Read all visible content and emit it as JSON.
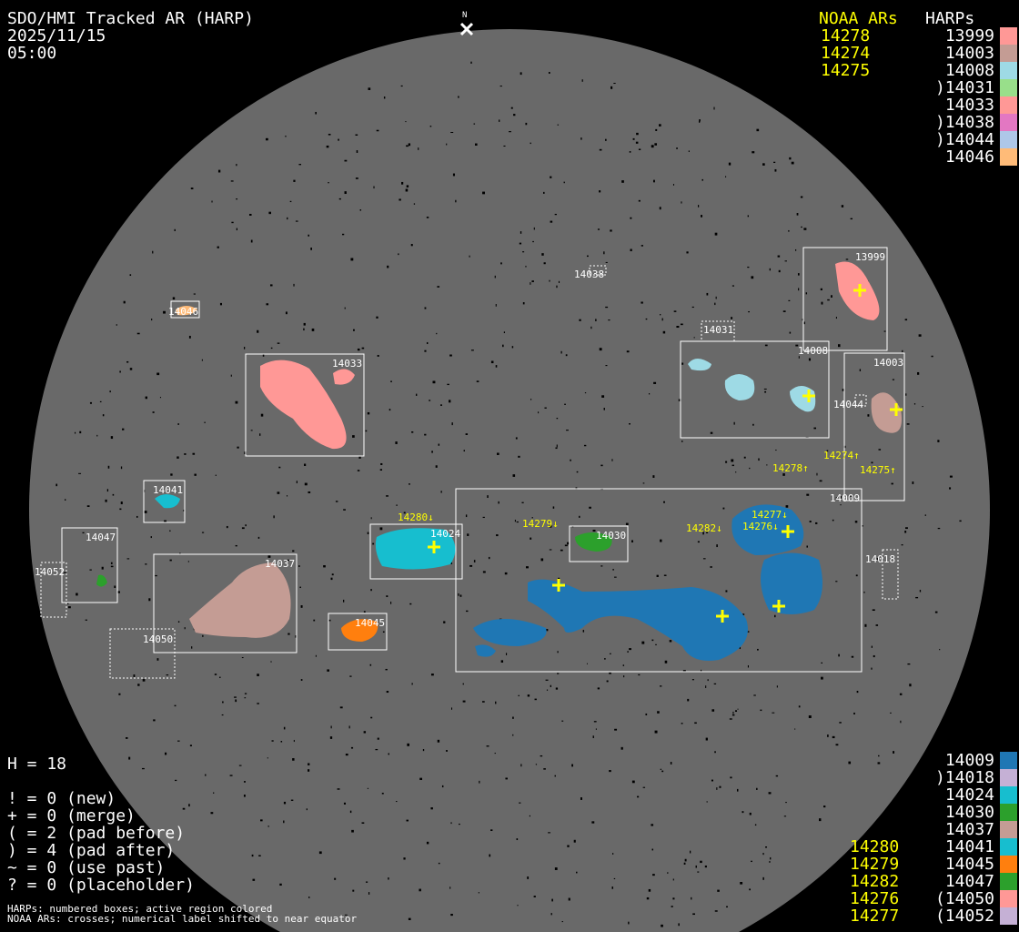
{
  "header": {
    "title": "SDO/HMI Tracked AR (HARP)",
    "date": "2025/11/15",
    "time": "05:00",
    "north_label": "N"
  },
  "legend_top": {
    "noaa_header": "NOAA ARs",
    "harp_header": "HARPs",
    "noaa": [
      "14278",
      "14274",
      "14275"
    ],
    "harps": [
      {
        "label": "13999",
        "color": "#ff9896"
      },
      {
        "label": "14003",
        "color": "#c49c94"
      },
      {
        "label": "14008",
        "color": "#9edae5"
      },
      {
        "label": ")14031",
        "color": "#98df8a"
      },
      {
        "label": "14033",
        "color": "#ff9896"
      },
      {
        "label": ")14038",
        "color": "#e377c2"
      },
      {
        "label": ")14044",
        "color": "#aec7e8"
      },
      {
        "label": "14046",
        "color": "#ffbb78"
      }
    ]
  },
  "legend_bottom": {
    "noaa": [
      "14280",
      "14279",
      "14282",
      "14276",
      "14277"
    ],
    "harps": [
      {
        "label": "14009",
        "color": "#1f77b4"
      },
      {
        "label": ")14018",
        "color": "#c5b0d5"
      },
      {
        "label": "14024",
        "color": "#17becf"
      },
      {
        "label": "14030",
        "color": "#2ca02c"
      },
      {
        "label": "14037",
        "color": "#c49c94"
      },
      {
        "label": "14041",
        "color": "#17becf"
      },
      {
        "label": "14045",
        "color": "#ff7f0e"
      },
      {
        "label": "14047",
        "color": "#2ca02c"
      },
      {
        "label": "(14050",
        "color": "#ff9896"
      },
      {
        "label": "(14052",
        "color": "#c5b0d5"
      }
    ]
  },
  "stats": {
    "h": "H = 18",
    "lines": [
      "! = 0 (new)",
      "+ = 0 (merge)",
      "( = 2 (pad before)",
      ") = 4 (pad after)",
      "~ = 0 (use past)",
      "? = 0 (placeholder)"
    ],
    "note1": "HARPs: numbered boxes; active region colored",
    "note2": "NOAA ARs: crosses; numerical label shifted to near equator"
  },
  "harp_boxes": [
    "13999",
    "14031",
    "14008",
    "14003",
    "14044",
    "14033",
    "14038",
    "14046",
    "14009",
    "14041",
    "14047",
    "14052",
    "14037",
    "14024",
    "14030",
    "14045",
    "14050",
    "14018"
  ],
  "noaa_labels": [
    "14280↓",
    "14279↓",
    "14282↓",
    "14277↓",
    "14276↓",
    "14278↑",
    "14274↑",
    "14275↑"
  ],
  "colors": {
    "disk": "#696969",
    "box": "#ffffff",
    "noaa": "#ffff00"
  }
}
